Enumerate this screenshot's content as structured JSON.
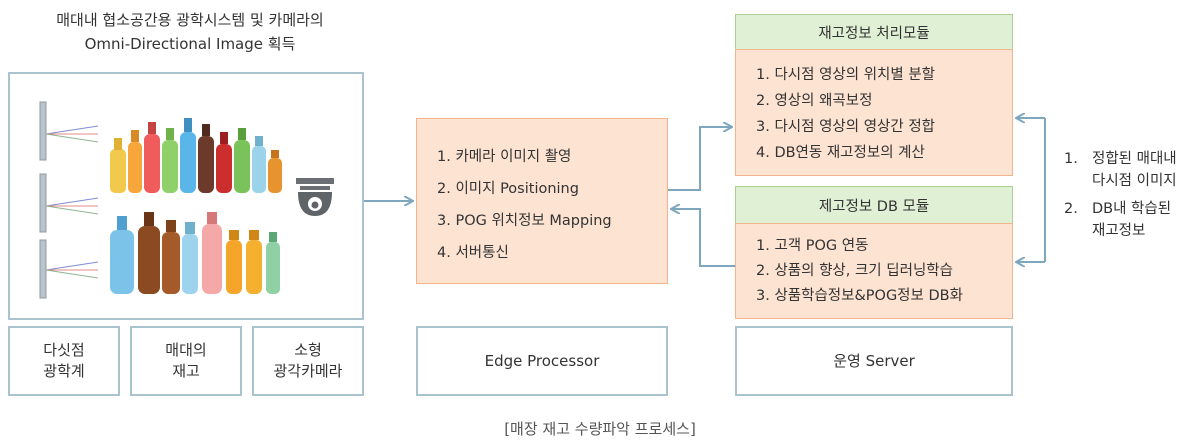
{
  "left_title": {
    "line1": "매대내 협소공간용 광학시스템 및 카메라의",
    "line2": "Omni-Directional Image 획득"
  },
  "left_labels": [
    {
      "line1": "다싯점",
      "line2": "광학계"
    },
    {
      "line1": "매대의",
      "line2": "재고"
    },
    {
      "line1": "소형",
      "line2": "광각카메라"
    }
  ],
  "edge": {
    "steps": [
      "1. 카메라 이미지 촬영",
      "2. 이미지 Positioning",
      "3. POG 위치정보 Mapping",
      "4. 서버통신"
    ],
    "label": "Edge Processor"
  },
  "inventory_module": {
    "title": "재고정보 처리모듈",
    "steps": [
      "1. 다시점 영상의 위치별 분할",
      "2. 영상의 왜곡보정",
      "3. 다시점 영상의 영상간 정합",
      "4. DB연동 재고정보의 계산"
    ]
  },
  "db_module": {
    "title": "제고정보 DB 모듈",
    "steps": [
      "1. 고객 POG 연동",
      "2. 상품의 향상, 크기 딥러닝학습",
      "3. 상품학습정보&POG정보 DB화"
    ]
  },
  "server_label": "운영 Server",
  "side_notes": [
    {
      "num": "1.",
      "line1": "정합된 매대내",
      "line2": "다시점 이미지"
    },
    {
      "num": "2.",
      "line1": "DB내 학습된",
      "line2": "재고정보"
    }
  ],
  "caption": "[매장 재고 수량파악 프로세스]",
  "colors": {
    "frame": "#a9c3cf",
    "orange_fill": "#fde3d2",
    "green_fill": "#dff0d4",
    "arrow": "#7ea6bd"
  },
  "icons": [
    "mirror-icon",
    "bottle-icon",
    "dome-camera-icon",
    "arrow-icon"
  ]
}
